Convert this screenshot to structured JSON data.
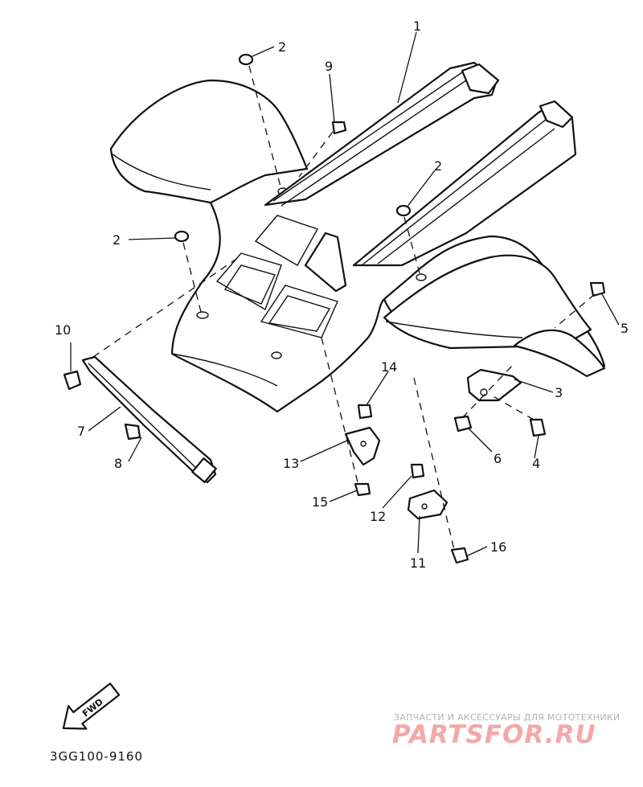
{
  "diagram": {
    "callouts": [
      {
        "id": "c1",
        "label": "1"
      },
      {
        "id": "c2a",
        "label": "2"
      },
      {
        "id": "c2b",
        "label": "2"
      },
      {
        "id": "c2c",
        "label": "2"
      },
      {
        "id": "c3",
        "label": "3"
      },
      {
        "id": "c4",
        "label": "4"
      },
      {
        "id": "c5",
        "label": "5"
      },
      {
        "id": "c6",
        "label": "6"
      },
      {
        "id": "c7",
        "label": "7"
      },
      {
        "id": "c8",
        "label": "8"
      },
      {
        "id": "c9",
        "label": "9"
      },
      {
        "id": "c10",
        "label": "10"
      },
      {
        "id": "c11",
        "label": "11"
      },
      {
        "id": "c12",
        "label": "12"
      },
      {
        "id": "c13",
        "label": "13"
      },
      {
        "id": "c14",
        "label": "14"
      },
      {
        "id": "c15",
        "label": "15"
      },
      {
        "id": "c16",
        "label": "16"
      }
    ],
    "fwd_label": "FWD",
    "drawing_code": "3GG100-9160"
  },
  "watermark": {
    "tagline": "ЗАПЧАСТИ И АКСЕССУАРЫ ДЛЯ МОТОТЕХНИКИ",
    "brand": "PARTSFOR.RU"
  }
}
